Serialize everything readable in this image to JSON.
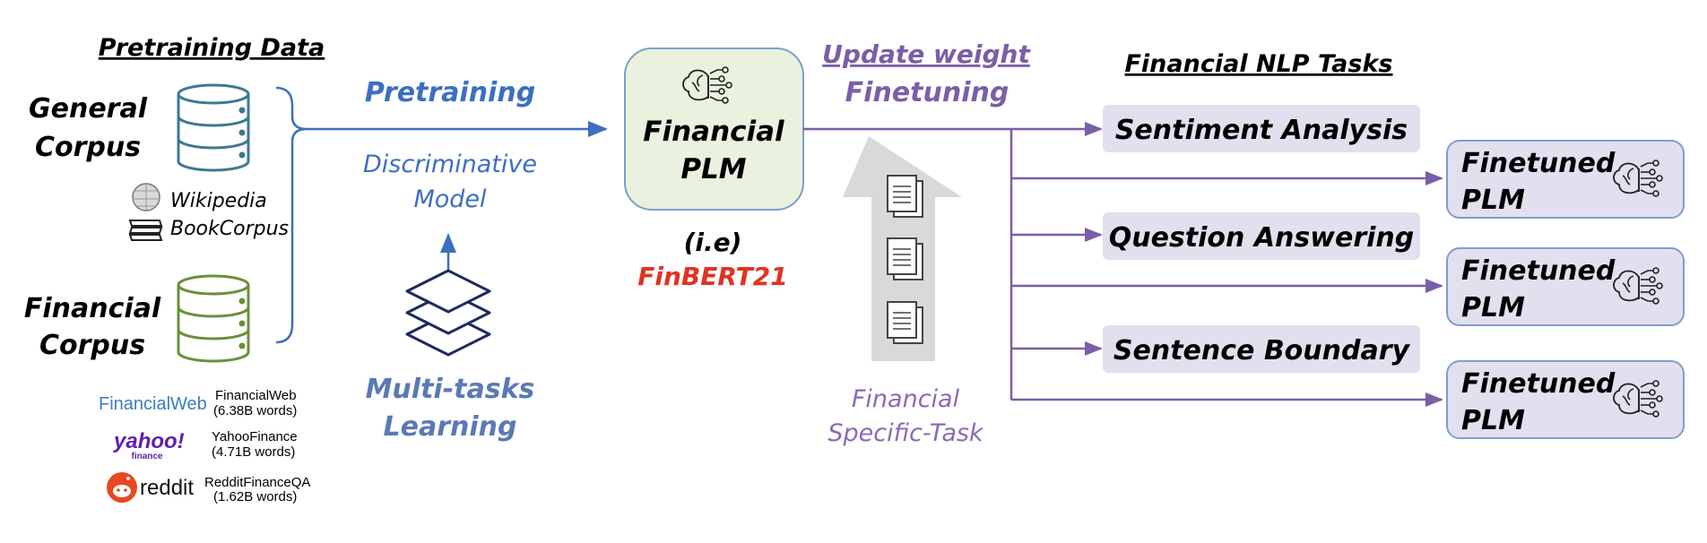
{
  "pretraining_data": {
    "heading": "Pretraining Data",
    "general_corpus": [
      "General",
      "Corpus"
    ],
    "financial_corpus": [
      "Financial",
      "Corpus"
    ],
    "general_sources": [
      "Wikipedia",
      "BookCorpus"
    ],
    "financial_sources": [
      {
        "logo": "FinancialWeb",
        "name": "FinancialWeb",
        "size": "(6.38B words)"
      },
      {
        "logo": "yahoo!",
        "logo_sub": "finance",
        "name": "YahooFinance",
        "size": "(4.71B words)"
      },
      {
        "logo": "reddit",
        "name": "RedditFinanceQA",
        "size": "(1.62B words)"
      }
    ]
  },
  "pretraining": {
    "label": "Pretraining",
    "model_type": [
      "Discriminative",
      "Model"
    ],
    "multitask": [
      "Multi-tasks",
      "Learning"
    ]
  },
  "financial_plm": {
    "label": [
      "Financial",
      "PLM"
    ],
    "example_prefix": "(i.e)",
    "example": "FinBERT21"
  },
  "finetuning": {
    "update_weight": "Update weight",
    "label": "Finetuning",
    "specific_task": [
      "Financial",
      "Specific-Task"
    ]
  },
  "tasks": {
    "heading": "Financial NLP Tasks",
    "items": [
      "Sentiment Analysis",
      "Question Answering",
      "Sentence Boundary"
    ]
  },
  "finetuned": {
    "label": [
      "Finetuned",
      "PLM"
    ]
  },
  "colors": {
    "pretraining_blue": "#3c6fc0",
    "finetune_purple": "#7b5ea7",
    "general_db": "#3b7a90",
    "financial_db": "#6a8f3a",
    "plm_fill": "#eaf1de",
    "task_fill": "#e4dfee",
    "finbert_red": "#e03323"
  }
}
